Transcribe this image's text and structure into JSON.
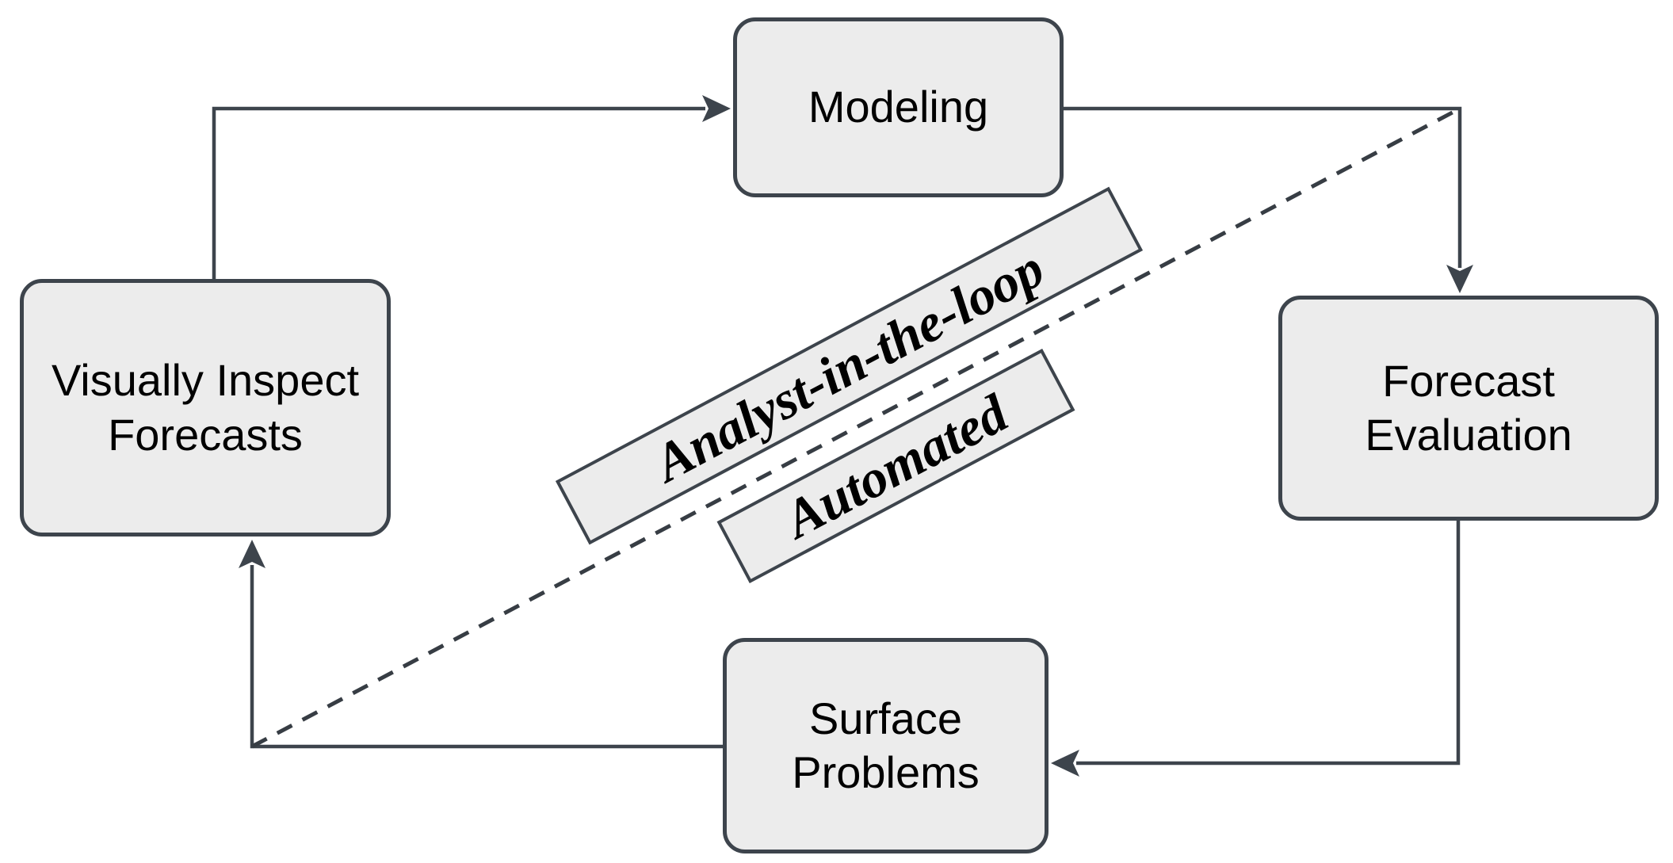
{
  "diagram": {
    "nodes": {
      "modeling": {
        "label": "Modeling"
      },
      "visually_inspect": {
        "label": "Visually Inspect Forecasts"
      },
      "forecast_evaluation": {
        "label": "Forecast Evaluation"
      },
      "surface_problems": {
        "label": "Surface Problems"
      }
    },
    "bands": {
      "analyst": {
        "label": "Analyst-in-the-loop"
      },
      "automated": {
        "label": "Automated"
      }
    },
    "edges": [
      {
        "from": "visually_inspect",
        "to": "modeling",
        "style": "solid-arrow"
      },
      {
        "from": "modeling",
        "to": "forecast_evaluation",
        "style": "solid-arrow"
      },
      {
        "from": "forecast_evaluation",
        "to": "surface_problems",
        "style": "solid-arrow"
      },
      {
        "from": "surface_problems",
        "to": "visually_inspect",
        "style": "solid-arrow"
      },
      {
        "from": "surface_problems_corner",
        "to": "forecast_evaluation_corner",
        "style": "dashed-divider"
      }
    ],
    "colors": {
      "node_fill": "#ececec",
      "stroke": "#3d444c",
      "dashed_line": "#373d44",
      "text": "#000000",
      "background": "#ffffff"
    }
  }
}
